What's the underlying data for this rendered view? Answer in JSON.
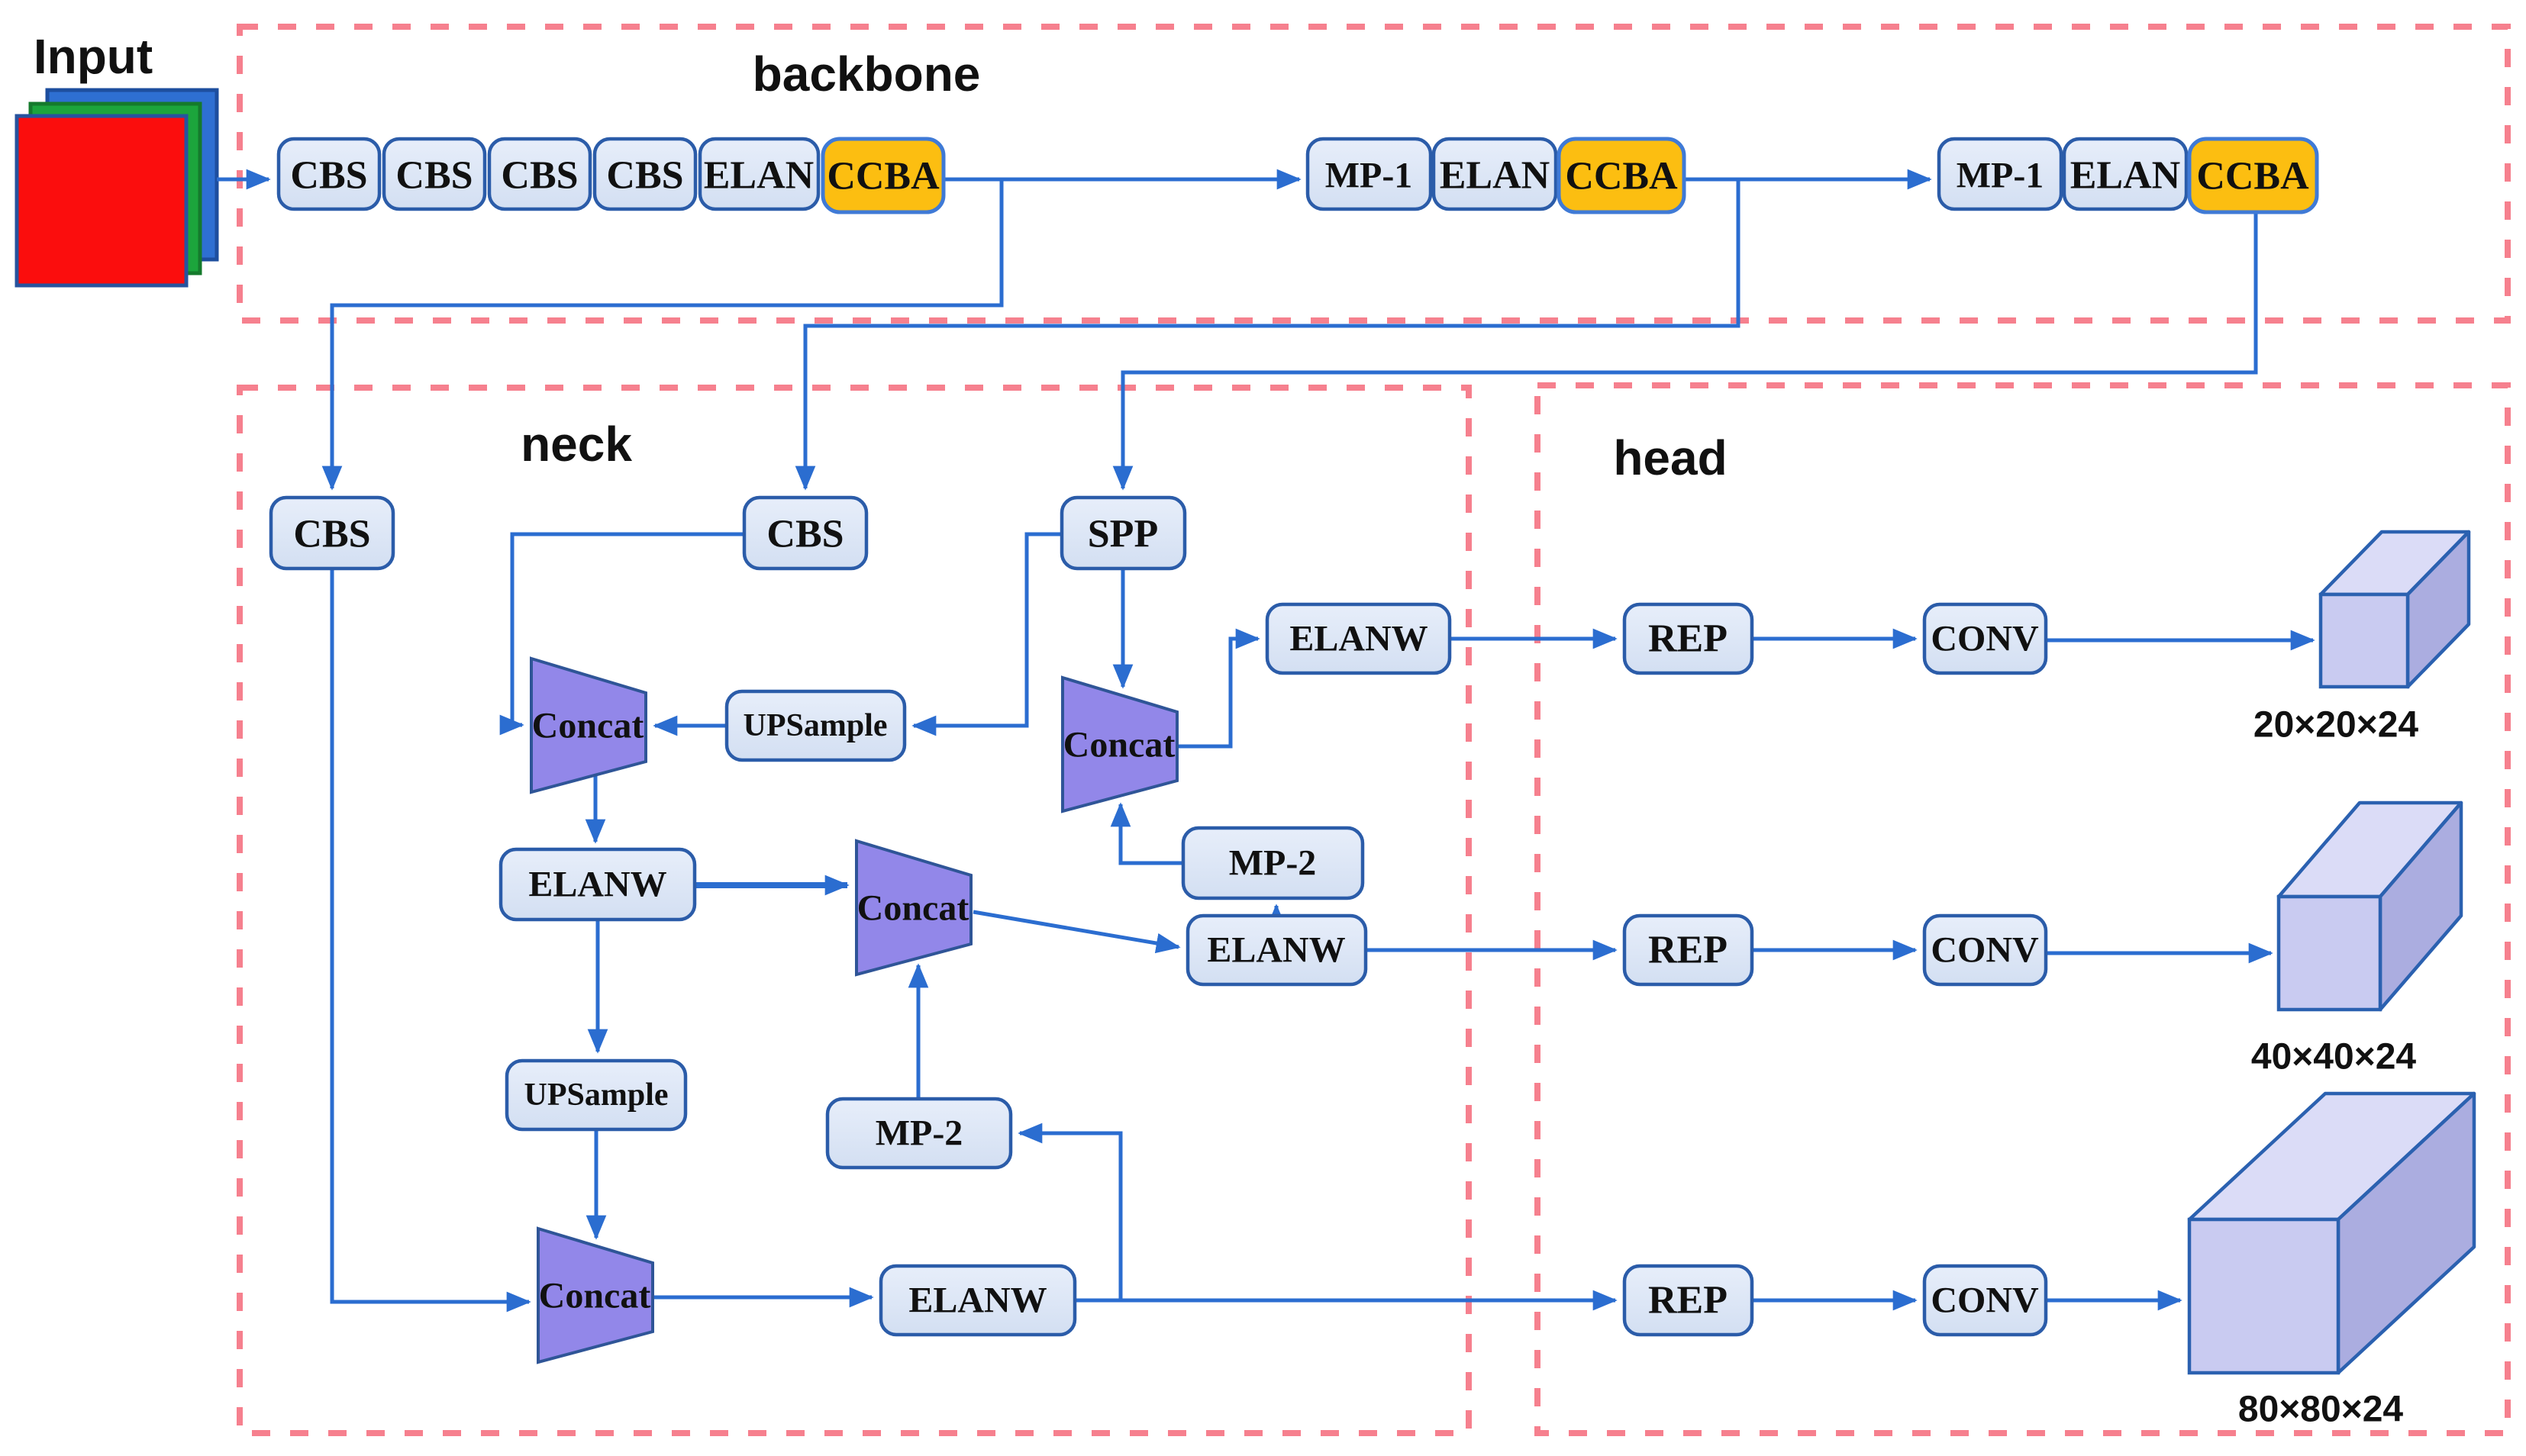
{
  "labels": {
    "input": "Input",
    "backbone": "backbone",
    "neck": "neck",
    "head": "head"
  },
  "nodes": {
    "bb_cbs1": "CBS",
    "bb_cbs2": "CBS",
    "bb_cbs3": "CBS",
    "bb_cbs4": "CBS",
    "bb_elan1": "ELAN",
    "bb_ccba1": "CCBA",
    "bb_mp1_1": "MP-1",
    "bb_elan2": "ELAN",
    "bb_ccba2": "CCBA",
    "bb_mp1_2": "MP-1",
    "bb_elan3": "ELAN",
    "bb_ccba3": "CCBA",
    "nk_cbs_left": "CBS",
    "nk_cbs_mid": "CBS",
    "nk_spp": "SPP",
    "nk_concat_top": "Concat",
    "nk_upsample_top": "UPSample",
    "nk_concat_spp": "Concat",
    "nk_elanw_top": "ELANW",
    "nk_mp2_right": "MP-2",
    "nk_elanw_left": "ELANW",
    "nk_concat_mid": "Concat",
    "nk_elanw_right": "ELANW",
    "nk_upsample_bottom": "UPSample",
    "nk_mp2_bottom": "MP-2",
    "nk_concat_bottom": "Concat",
    "nk_elanw_bottom": "ELANW",
    "hd_rep1": "REP",
    "hd_conv1": "CONV",
    "hd_rep2": "REP",
    "hd_conv2": "CONV",
    "hd_rep3": "REP",
    "hd_conv3": "CONV"
  },
  "outputs": {
    "p20": "20×20×24",
    "p40": "40×40×24",
    "p80": "80×80×24"
  },
  "edges": [
    "input -> bb_cbs1",
    "bb_ccba1 -> bb_mp1_1",
    "bb_ccba1 -> nk_cbs_left",
    "bb_ccba2 -> bb_mp1_2",
    "bb_ccba2 -> nk_cbs_mid",
    "bb_ccba3 -> nk_spp",
    "nk_cbs_mid -> nk_concat_top",
    "nk_spp -> nk_upsample_top",
    "nk_upsample_top -> nk_concat_top",
    "nk_spp -> nk_concat_spp",
    "nk_mp2_right -> nk_concat_spp",
    "nk_concat_spp -> nk_elanw_top",
    "nk_elanw_top -> hd_rep1",
    "hd_rep1 -> hd_conv1",
    "hd_conv1 -> out_20x20x24",
    "nk_concat_top -> nk_elanw_left",
    "nk_elanw_left -> nk_concat_mid",
    "nk_concat_mid -> nk_elanw_right",
    "nk_elanw_right -> nk_mp2_right",
    "nk_elanw_right -> hd_rep2",
    "hd_rep2 -> hd_conv2",
    "hd_conv2 -> out_40x40x24",
    "nk_elanw_left -> nk_upsample_bottom",
    "nk_upsample_bottom -> nk_concat_bottom",
    "nk_cbs_left -> nk_concat_bottom",
    "nk_concat_bottom -> nk_elanw_bottom",
    "nk_elanw_bottom -> nk_mp2_bottom",
    "nk_mp2_bottom -> nk_concat_mid",
    "nk_elanw_bottom -> hd_rep3",
    "hd_rep3 -> hd_conv3",
    "hd_conv3 -> out_80x80x24"
  ],
  "colors": {
    "module_fill": "#dce6f5",
    "module_border": "#2b5ca9",
    "ccba_fill": "#fcbe11",
    "ccba_border": "#3f7ad6",
    "concat_fill": "#9287e9",
    "concat_border": "#2f5597",
    "arrow": "#2b6dd0",
    "region_dashed": "#f6808e",
    "tensor_front": "#c9cbf1",
    "tensor_top": "#dbdcf7",
    "tensor_side": "#abade0",
    "tensor_border": "#2b61b0",
    "input_red": "#fb0d0d",
    "input_green": "#1ca53c",
    "input_blue": "#2e6fd2"
  }
}
